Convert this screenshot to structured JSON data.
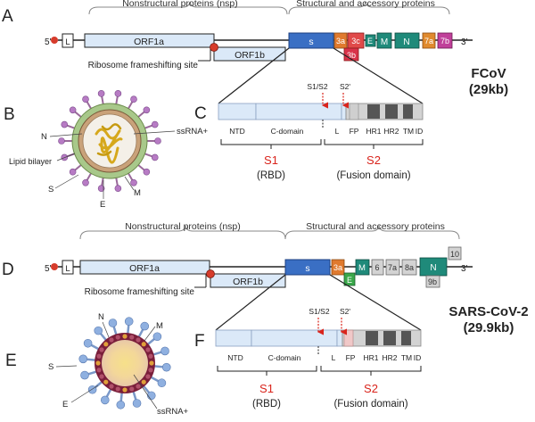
{
  "colors": {
    "orf1": "#dbe9f8",
    "spike": "#3a6fc4",
    "orange": "#e07a2e",
    "red": "#e04a4a",
    "teal": "#1f8a7a",
    "green": "#3aa84a",
    "magenta": "#c0409a",
    "accessory_gray": "#d3d3d3",
    "dark_block": "#555555",
    "label_red": "#d9241c"
  },
  "fcov": {
    "panel_letter": "A",
    "nsp_label": "Nonstructural proteins (nsp)",
    "structural_label": "Structural and accessory proteins",
    "five_prime": "5'",
    "three_prime": "3'",
    "cap": "L",
    "orf1a": "ORF1a",
    "orf1b": "ORF1b",
    "frameshift": "Ribosome frameshifting site",
    "genes": {
      "s": "s",
      "g3a": "3a",
      "g3c": "3c",
      "g3b": "3b",
      "e": "E",
      "m": "M",
      "n": "N",
      "g7a": "7a",
      "g7b": "7b"
    },
    "name": "FCoV",
    "size": "(29kb)"
  },
  "virion_fcov": {
    "panel_letter": "B",
    "labels": {
      "n": "N",
      "ssrna": "ssRNA+",
      "lipid": "Lipid bilayer",
      "s": "S",
      "e": "E",
      "m": "M"
    }
  },
  "spike_fcov": {
    "panel_letter": "C",
    "s1s2": "S1/S2",
    "s2prime": "S2'",
    "domains": {
      "ntd": "NTD",
      "cdomain": "C-domain",
      "l": "L",
      "fp": "FP",
      "hr1": "HR1",
      "hr2": "HR2",
      "tm": "TM",
      "id": "ID"
    },
    "s1": "S1",
    "s1sub": "(RBD)",
    "s2": "S2",
    "s2sub": "(Fusion domain)"
  },
  "sars": {
    "panel_letter": "D",
    "nsp_label": "Nonstructural proteins (nsp)",
    "structural_label": "Structural and accessory proteins",
    "five_prime": "5'",
    "three_prime": "3'",
    "cap": "L",
    "orf1a": "ORF1a",
    "orf1b": "ORF1b",
    "frameshift": "Ribosome frameshifting site",
    "genes": {
      "s": "s",
      "g3a": "3a",
      "e": "E",
      "m": "M",
      "g6": "6",
      "g7a": "7a",
      "g8a": "8a",
      "n": "N",
      "g10": "10",
      "g9b": "9b"
    },
    "name": "SARS-CoV-2",
    "size": "(29.9kb)"
  },
  "virion_sars": {
    "panel_letter": "E",
    "labels": {
      "n": "N",
      "m": "M",
      "s": "S",
      "e": "E",
      "ssrna": "ssRNA+"
    }
  },
  "spike_sars": {
    "panel_letter": "F",
    "s1s2": "S1/S2",
    "s2prime": "S2'",
    "domains": {
      "ntd": "NTD",
      "cdomain": "C-domain",
      "l": "L",
      "fp": "FP",
      "hr1": "HR1",
      "hr2": "HR2",
      "tm": "TM",
      "id": "ID"
    },
    "s1": "S1",
    "s1sub": "(RBD)",
    "s2": "S2",
    "s2sub": "(Fusion domain)"
  }
}
